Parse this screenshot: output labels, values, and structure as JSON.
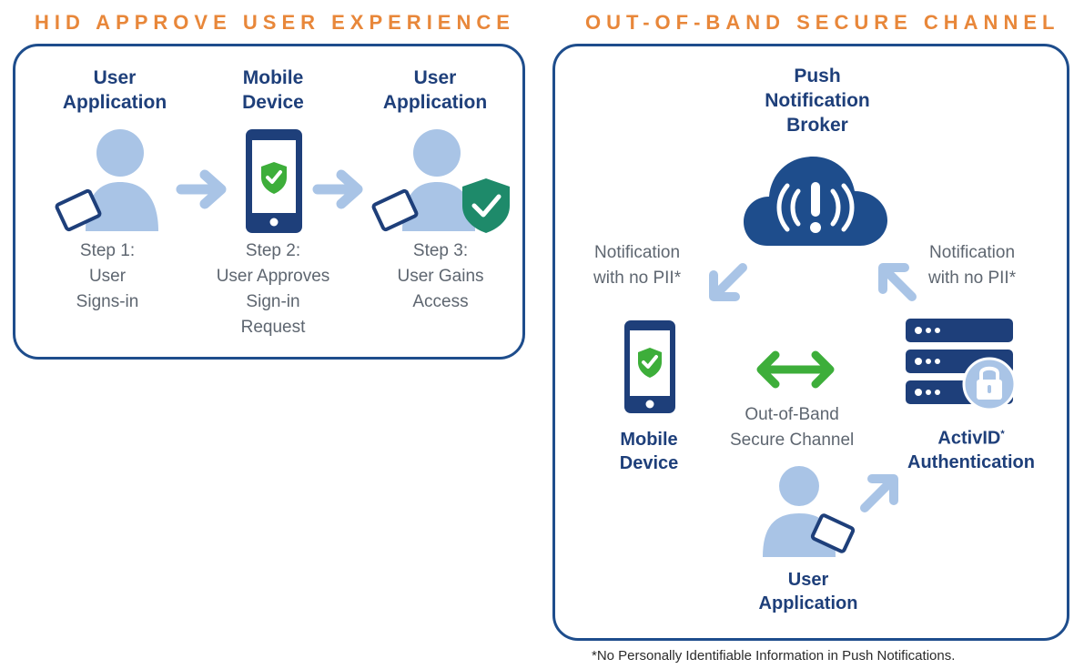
{
  "left_section": {
    "title": "HID APPROVE USER EXPERIENCE",
    "columns": [
      {
        "heading_lines": [
          "User",
          "Application"
        ],
        "step_lines": [
          "Step 1:",
          "User",
          "Signs-in"
        ]
      },
      {
        "heading_lines": [
          "Mobile",
          "Device"
        ],
        "step_lines": [
          "Step 2:",
          "User Approves",
          "Sign-in",
          "Request"
        ]
      },
      {
        "heading_lines": [
          "User",
          "Application"
        ],
        "step_lines": [
          "Step 3:",
          "User Gains",
          "Access"
        ]
      }
    ]
  },
  "right_section": {
    "title": "OUT-OF-BAND SECURE CHANNEL",
    "broker_lines": [
      "Push",
      "Notification",
      "Broker"
    ],
    "notification_left_lines": [
      "Notification",
      "with no PII*"
    ],
    "notification_right_lines": [
      "Notification",
      "with no PII*"
    ],
    "channel_lines": [
      "Out-of-Band",
      "Secure Channel"
    ],
    "mobile_lines": [
      "Mobile",
      "Device"
    ],
    "activid_name": "ActivID",
    "activid_mark": "*",
    "activid_line2": "Authentication",
    "user_app_lines": [
      "User",
      "Application"
    ]
  },
  "footnote": "*No Personally Identifiable Information in Push Notifications.",
  "colors": {
    "orange": "#E8873A",
    "navy": "#1E4D8C",
    "dark_navy": "#1E3F7A",
    "light_blue": "#A9C4E6",
    "green": "#3DAE3A",
    "teal": "#1E8A6A",
    "gray_text": "#5E6670"
  }
}
